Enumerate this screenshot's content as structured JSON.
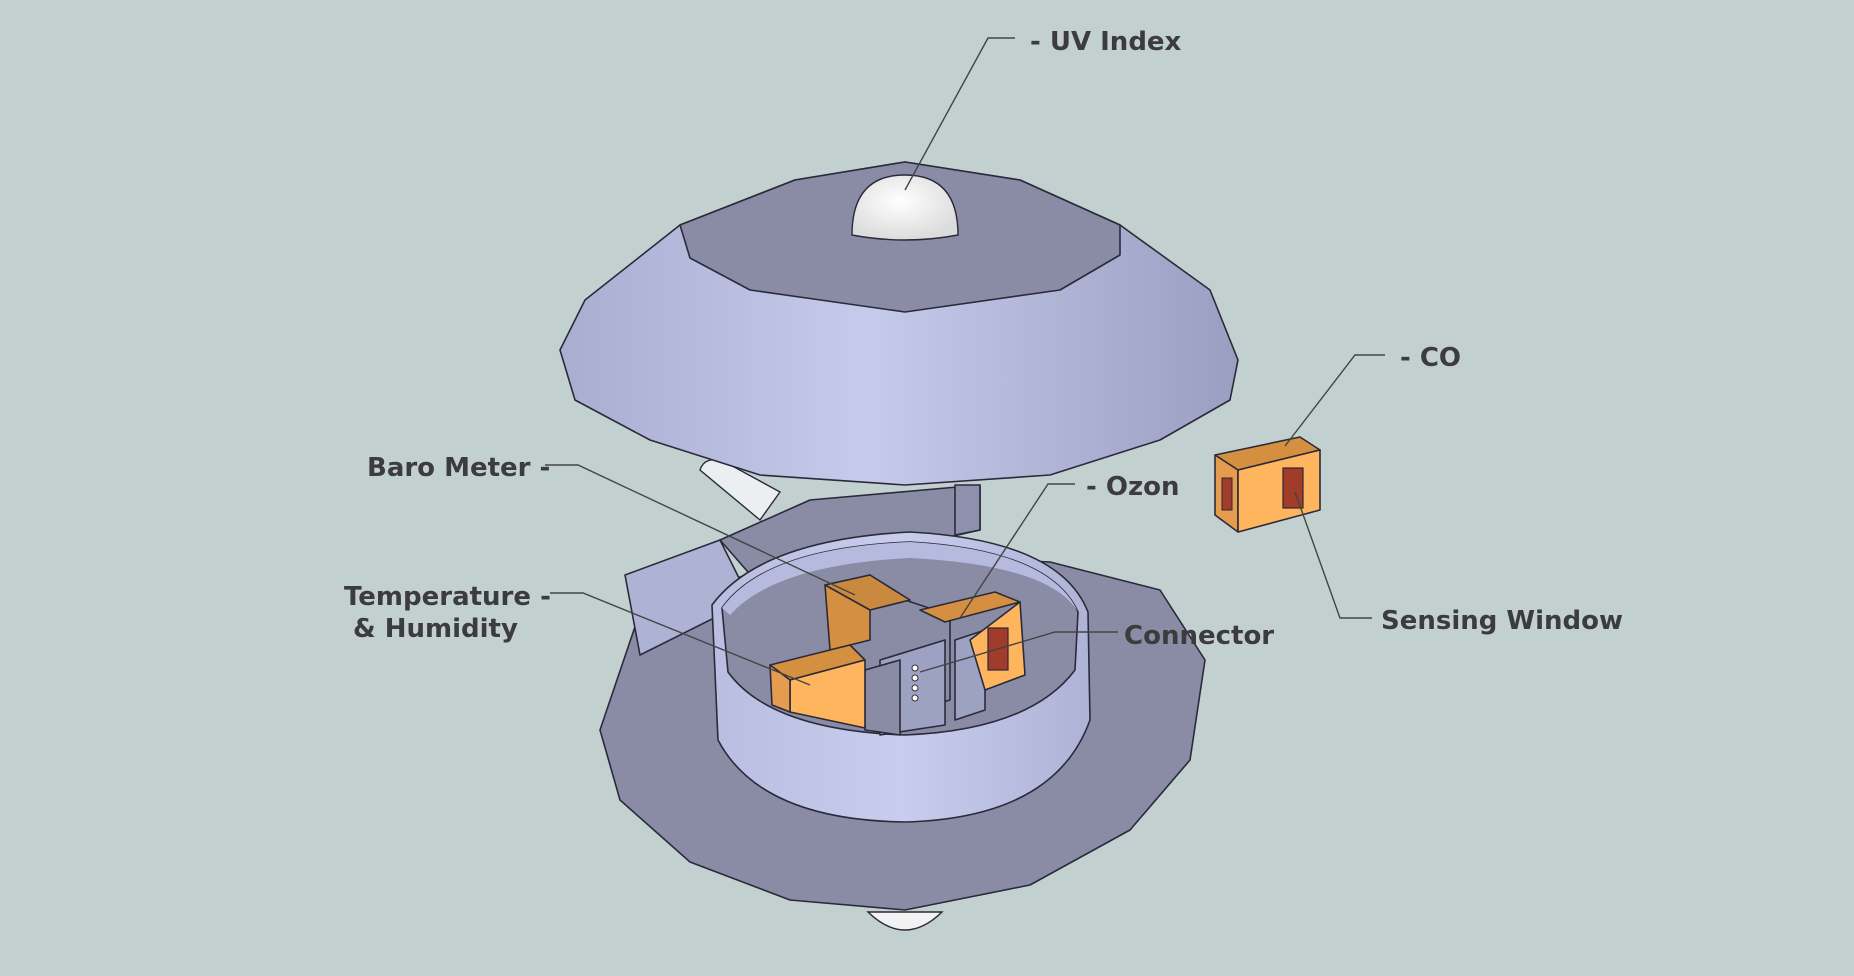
{
  "labels": {
    "uv_index": "- UV Index",
    "co": "- CO",
    "baro_meter": "Baro Meter -",
    "ozon": "- Ozon",
    "temperature_line1": "Temperature -",
    "temperature_line2": "& Humidity",
    "connector": "Connector",
    "sensing_window": "Sensing Window"
  },
  "colors": {
    "background": "#c3d0d0",
    "housing_light": "#c1c6e6",
    "housing_mid": "#9ea3c6",
    "housing_dark": "#8a8ca6",
    "sensor_orange": "#ffb45e",
    "sensor_orange_dark": "#d49040",
    "dome_white": "#ffffff"
  }
}
